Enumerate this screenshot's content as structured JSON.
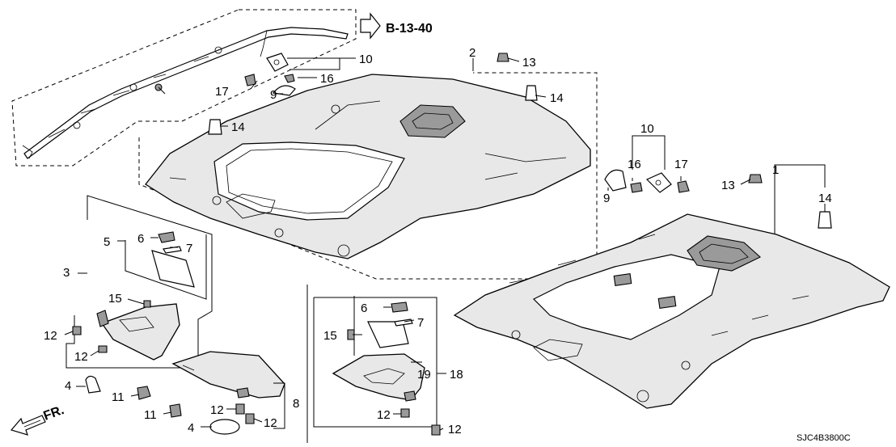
{
  "reference": {
    "label": "B-13-40"
  },
  "callouts": {
    "c1": "1",
    "c2": "2",
    "c3": "3",
    "c4a": "4",
    "c4b": "4",
    "c5": "5",
    "c6a": "6",
    "c6b": "6",
    "c7a": "7",
    "c7b": "7",
    "c8": "8",
    "c9a": "9",
    "c9b": "9",
    "c10a": "10",
    "c10b": "10",
    "c11a": "11",
    "c11b": "11",
    "c12a": "12",
    "c12b": "12",
    "c12c": "12",
    "c12d": "12",
    "c12e": "12",
    "c12f": "12",
    "c13a": "13",
    "c13b": "13",
    "c14a": "14",
    "c14b": "14",
    "c14c": "14",
    "c15a": "15",
    "c15b": "15",
    "c16a": "16",
    "c16b": "16",
    "c17a": "17",
    "c17b": "17",
    "c18": "18",
    "c19": "19"
  },
  "direction": {
    "label": "FR."
  },
  "diagram_code": "SJC4B3800C",
  "icons": {
    "reference_arrow": "outline-right-arrow-icon",
    "front_arrow": "front-direction-arrow-icon"
  }
}
